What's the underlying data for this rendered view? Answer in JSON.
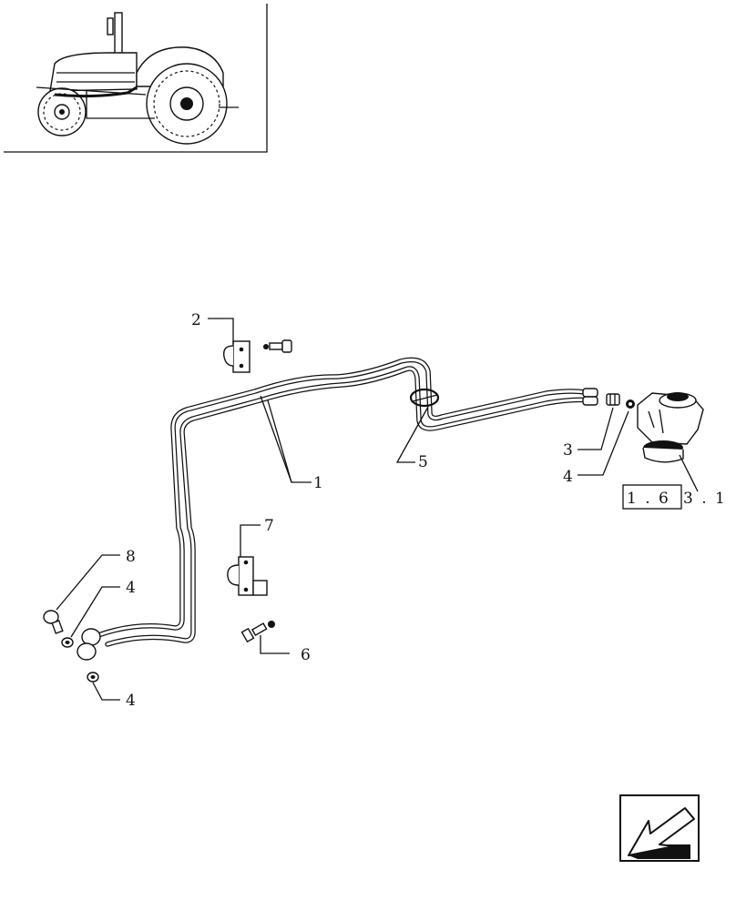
{
  "callouts": {
    "c1": "1",
    "c2": "2",
    "c3": "3",
    "c4a": "4",
    "c4b": "4",
    "c4c": "4",
    "c5": "5",
    "c6": "6",
    "c7": "7",
    "c8": "8"
  },
  "reference": {
    "ref_boxed": "1 . 6",
    "ref_tail": "3 . 1"
  },
  "icons": {
    "thumbnail": "tractor-icon",
    "nav": "return-arrow-icon"
  }
}
